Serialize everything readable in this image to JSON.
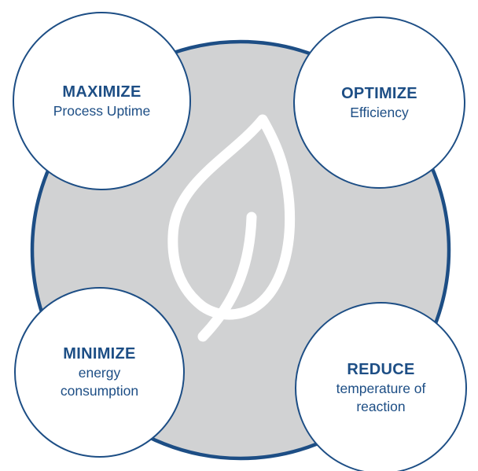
{
  "colors": {
    "accent": "#1d4e85",
    "center_fill": "#d1d2d3",
    "leaf_stroke": "#ffffff"
  },
  "center": {
    "icon": "leaf-icon"
  },
  "bubbles": {
    "maximize": {
      "title": "MAXIMIZE",
      "subtitle": "Process Uptime"
    },
    "optimize": {
      "title": "OPTIMIZE",
      "subtitle": "Efficiency"
    },
    "minimize": {
      "title": "MINIMIZE",
      "subtitle": "energy\nconsumption"
    },
    "reduce": {
      "title": "REDUCE",
      "subtitle": "temperature of\nreaction"
    }
  }
}
